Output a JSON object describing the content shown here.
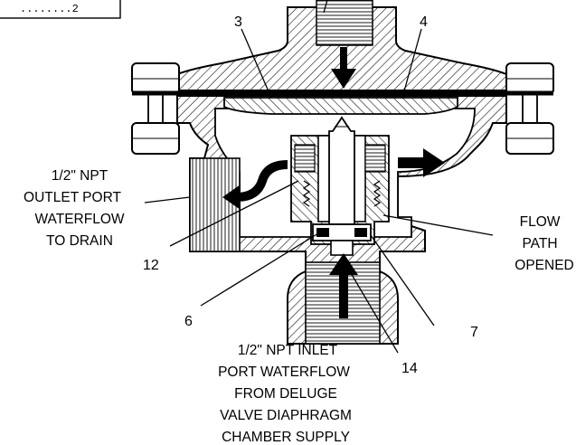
{
  "legend": {
    "text": "........2"
  },
  "callouts": [
    "3",
    "4",
    "12",
    "6",
    "14",
    "7"
  ],
  "outlet": {
    "lines": [
      "1/2\" NPT",
      "OUTLET PORT",
      "WATERFLOW",
      "TO DRAIN"
    ]
  },
  "flow": {
    "lines": [
      "FLOW",
      "PATH",
      "OPENED"
    ]
  },
  "inlet": {
    "lines": [
      "1/2\" NPT INLET",
      "PORT WATERFLOW",
      "FROM DELUGE",
      "VALVE DIAPHRAGM",
      "CHAMBER SUPPLY"
    ]
  }
}
